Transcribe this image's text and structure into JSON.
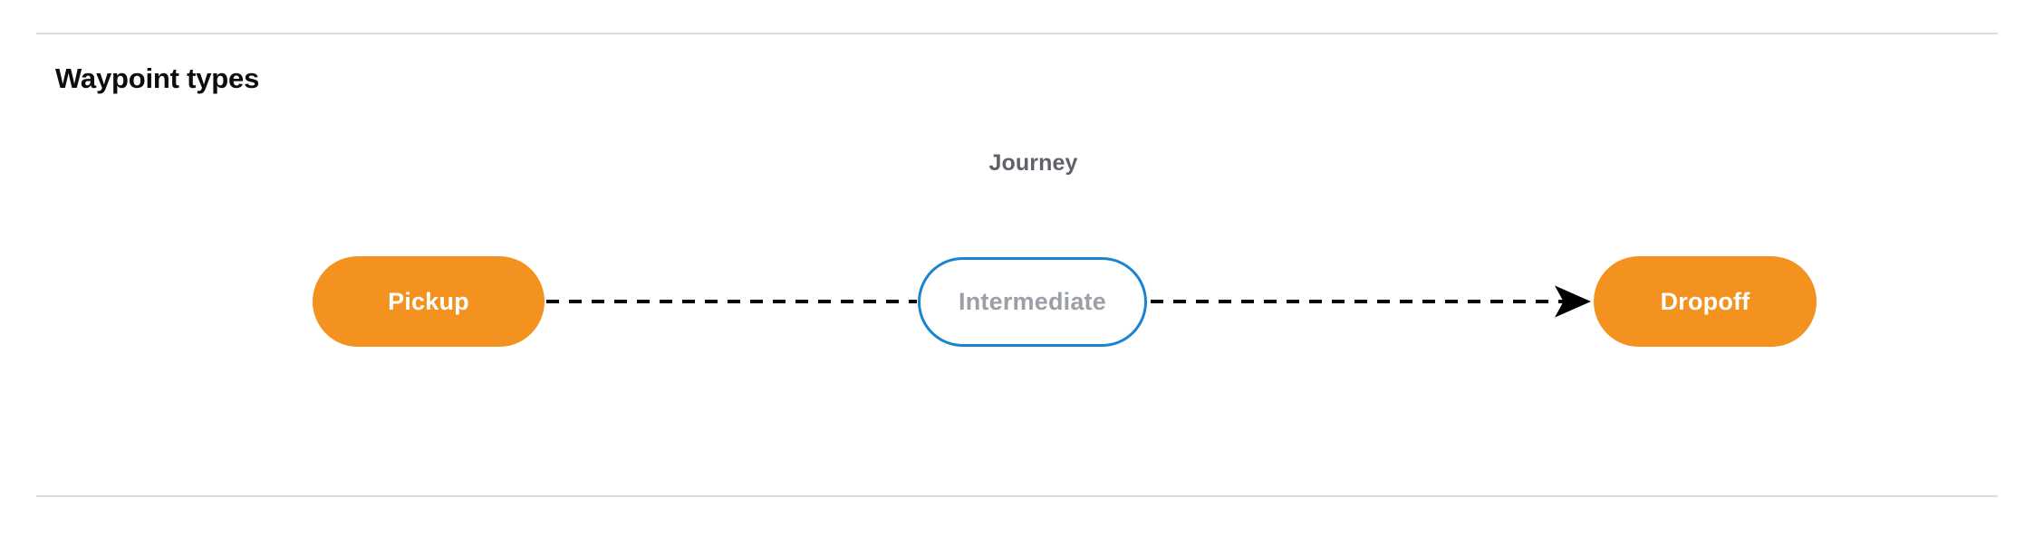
{
  "page": {
    "title": "Waypoint types",
    "background": "#ffffff"
  },
  "dividers": {
    "color": "#dadce0",
    "top_label": "section-divider-top",
    "bottom_label": "section-divider-bottom"
  },
  "diagram": {
    "group_label": "Journey",
    "group_label_color": "#5f6368",
    "connector": {
      "style": "dashed",
      "color": "#000000",
      "arrowhead_at": "end"
    },
    "nodes": [
      {
        "id": "pickup",
        "label": "Pickup",
        "fill": "#f3921f",
        "text_color": "#ffffff",
        "border_color": "none",
        "shape": "pill"
      },
      {
        "id": "intermediate",
        "label": "Intermediate",
        "fill": "#ffffff",
        "text_color": "#9aa0a6",
        "border_color": "#1a85cf",
        "shape": "pill"
      },
      {
        "id": "dropoff",
        "label": "Dropoff",
        "fill": "#f3921f",
        "text_color": "#ffffff",
        "border_color": "none",
        "shape": "pill"
      }
    ]
  }
}
